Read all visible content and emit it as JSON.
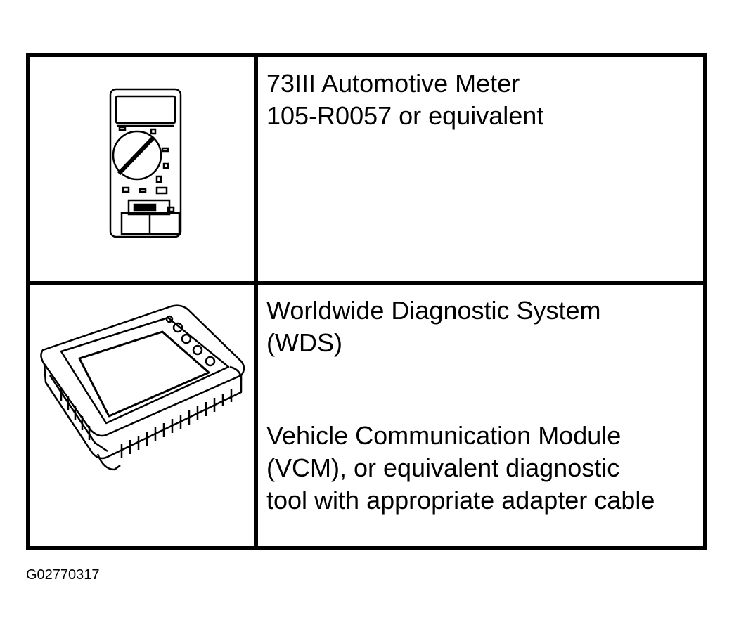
{
  "table": {
    "rows": [
      {
        "image": "multimeter-illustration",
        "lines": [
          "73III Automotive Meter",
          "105-R0057 or equivalent"
        ]
      },
      {
        "image": "diagnostic-tool-illustration",
        "lines": [
          "Worldwide Diagnostic System",
          "(WDS)",
          "Vehicle Communication Module",
          "(VCM), or equivalent diagnostic",
          "tool with appropriate adapter cable"
        ]
      }
    ]
  },
  "figure_id": "G02770317"
}
